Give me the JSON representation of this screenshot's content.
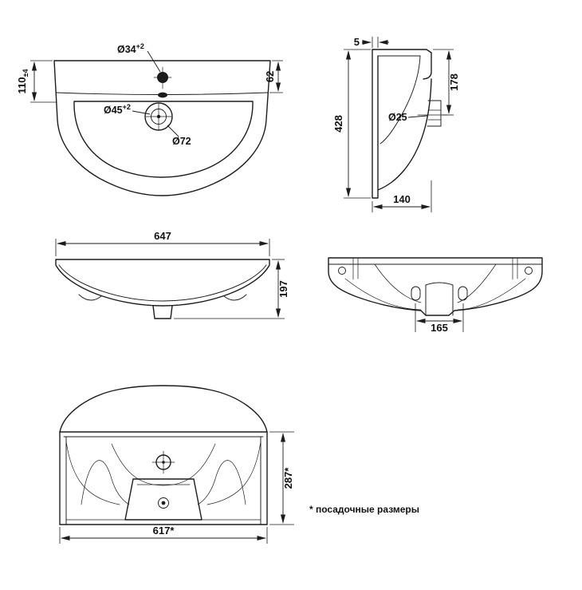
{
  "note": "* посадочные размеры",
  "plan": {
    "faucet_dia": "Ø34",
    "faucet_tol": "+2",
    "drain_dia": "Ø45",
    "drain_tol": "+2",
    "cover_dia": "Ø72",
    "ledge_depth": "62",
    "back_depth": "110",
    "back_depth_tol": "±4"
  },
  "side": {
    "wall_thickness": "5",
    "overall_height": "428",
    "hole_offset": "178",
    "hole_dia": "Ø25",
    "depth": "140"
  },
  "front": {
    "width": "647",
    "height": "197"
  },
  "bottom": {
    "fixing_span": "165"
  },
  "back": {
    "fitting_height": "287*",
    "fitting_width": "617*"
  }
}
